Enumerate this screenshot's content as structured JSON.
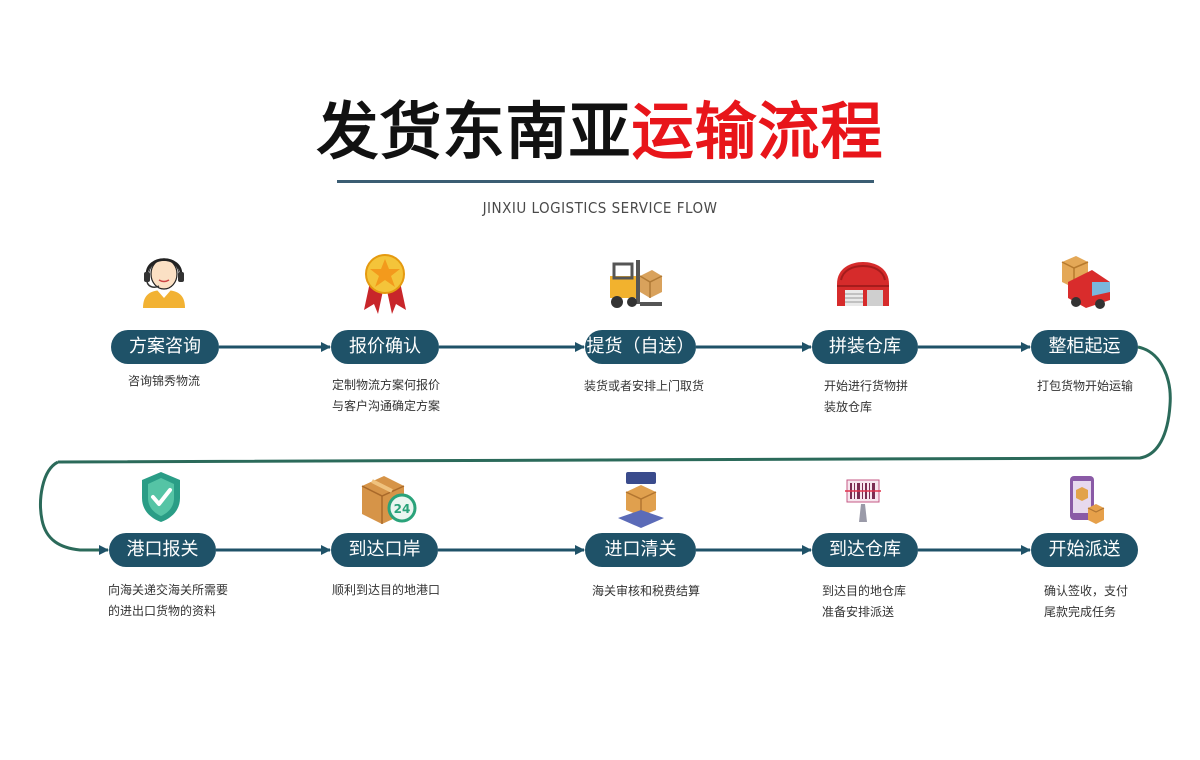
{
  "header": {
    "title_black": "发货东南亚",
    "title_red": "运输流程",
    "subtitle": "JINXIU LOGISTICS SERVICE FLOW"
  },
  "colors": {
    "title_black": "#111111",
    "title_red": "#e8151a",
    "pill_fill": "#1f5268",
    "flow_line": "#1f5268"
  },
  "steps": [
    {
      "label": "方案咨询",
      "desc": [
        "咨询锦秀物流"
      ],
      "icon": "customer-service-icon"
    },
    {
      "label": "报价确认",
      "desc": [
        "定制物流方案何报价",
        "与客户沟通确定方案"
      ],
      "icon": "award-ribbon-icon"
    },
    {
      "label": "提货（自送）",
      "desc": [
        "装货或者安排上门取货"
      ],
      "icon": "forklift-icon"
    },
    {
      "label": "拼装仓库",
      "desc": [
        "开始进行货物拼",
        "装放仓库"
      ],
      "icon": "warehouse-icon"
    },
    {
      "label": "整柜起运",
      "desc": [
        "打包货物开始运输"
      ],
      "icon": "delivery-truck-icon"
    },
    {
      "label": "港口报关",
      "desc": [
        "向海关递交海关所需要",
        "的进出口货物的资料"
      ],
      "icon": "shield-check-icon"
    },
    {
      "label": "到达口岸",
      "desc": [
        "顺利到达目的地港口"
      ],
      "icon": "package-24h-icon"
    },
    {
      "label": "进口清关",
      "desc": [
        "海关审核和税费结算"
      ],
      "icon": "package-scale-icon"
    },
    {
      "label": "到达仓库",
      "desc": [
        "到达目的地仓库",
        "准备安排派送"
      ],
      "icon": "barcode-scan-icon"
    },
    {
      "label": "开始派送",
      "desc": [
        "确认签收，支付",
        "尾款完成任务"
      ],
      "icon": "phone-delivery-icon"
    }
  ]
}
